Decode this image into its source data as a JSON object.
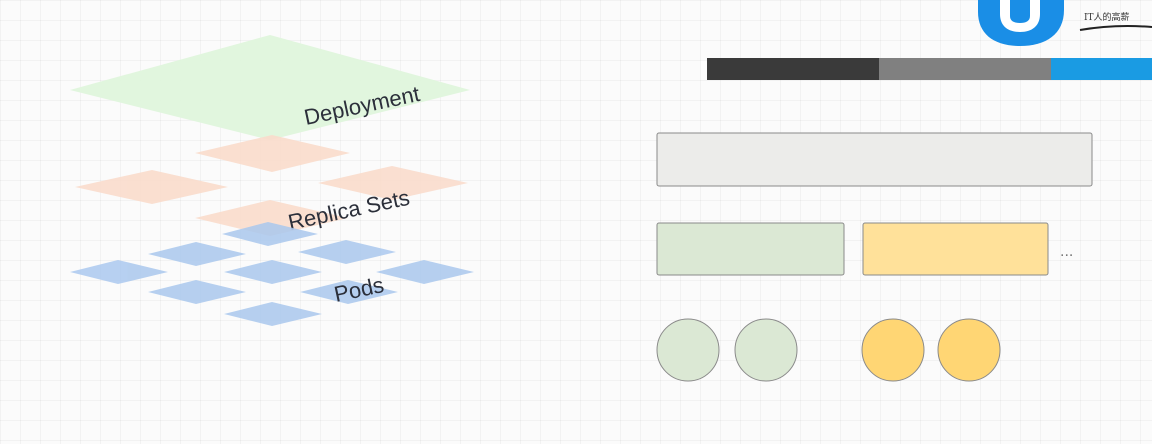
{
  "labels": {
    "deployment": "Deployment",
    "replica_sets": "Replica Sets",
    "pods": "Pods",
    "ellipsis": "..."
  },
  "watermark": {
    "text": "IT人的高薪"
  },
  "colors": {
    "deployment_fill": "#dff5dc",
    "replicaset_fill": "#fadccc",
    "pod_fill": "#aac8ee",
    "progress_dark": "#3a3a3a",
    "progress_gray": "#808080",
    "progress_blue": "#1a9be3",
    "deployment_box": "#ececea",
    "replicaset_green": "#dbe8d4",
    "replicaset_yellow": "#ffe19a",
    "pod_green": "#dbe8d4",
    "pod_yellow": "#ffd674",
    "logo_blue": "#1a8ee6"
  },
  "icons": {
    "logo": "brand-logo-icon"
  }
}
